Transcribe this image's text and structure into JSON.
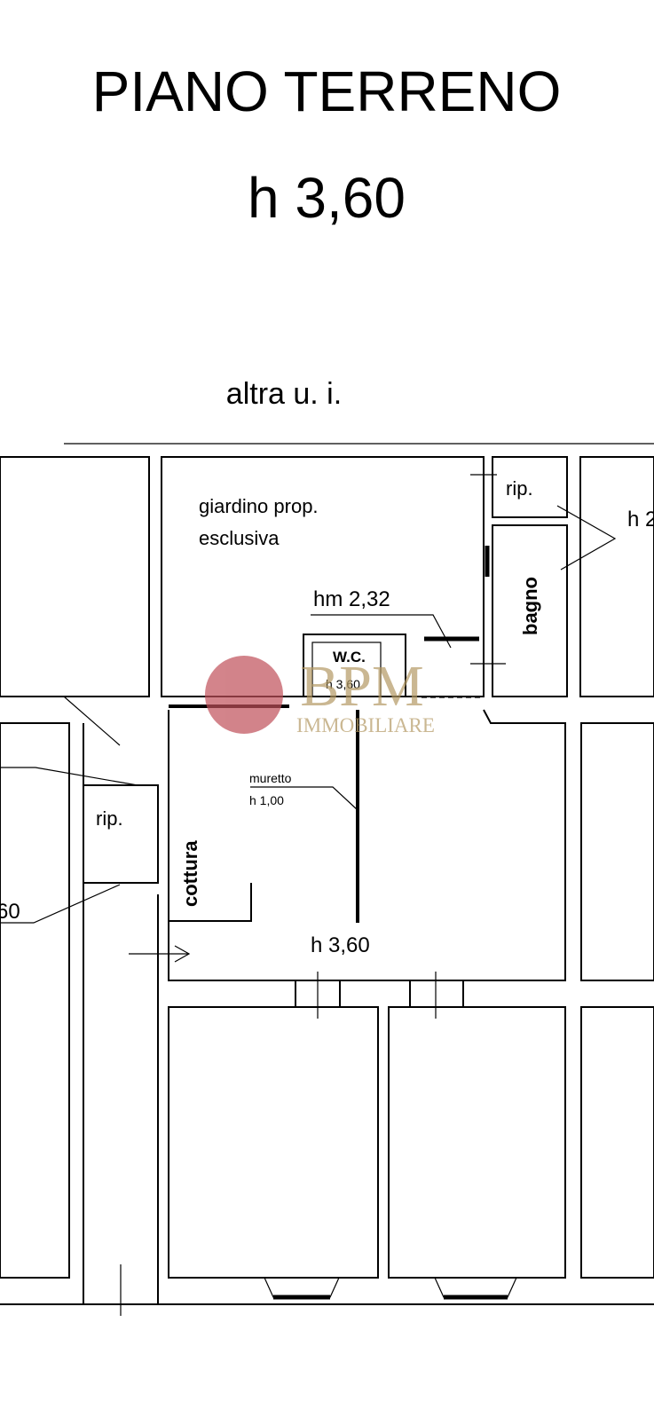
{
  "header": {
    "title": "PIANO TERRENO",
    "height": "h 3,60"
  },
  "labels": {
    "neighbor": "altra u. i.",
    "garden_line1": "giardino prop.",
    "garden_line2": "esclusiva",
    "rip_top": "rip.",
    "bagno": "bagno",
    "h2_partial": "h 2",
    "hm": "hm 2,32",
    "wc": "W.C.",
    "wc_height": "h 3,60",
    "muretto": "muretto",
    "muretto_height": "h 1,00",
    "rip_left": "rip.",
    "cottura": "cottura",
    "main_height": "h 3,60",
    "left_partial": "60"
  },
  "watermark": {
    "logo": "BPM",
    "sub": "IMMOBILIARE",
    "accent_color": "#c0505a",
    "gold_color": "#b49a64"
  }
}
